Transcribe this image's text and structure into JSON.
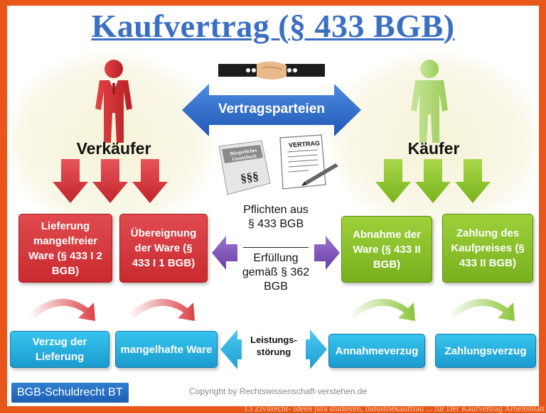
{
  "title": "Kaufvertrag (§ 433 BGB)",
  "parties": {
    "seller": "Verkäufer",
    "buyer": "Käufer",
    "center_banner": "Vertragsparteien"
  },
  "documents": {
    "book_title": "Bürgerliches Gesetzbuch",
    "book_symbol": "§§§",
    "contract_title": "VERTRAG"
  },
  "obligations": {
    "seller": [
      "Lieferung mangelfreier Ware (§ 433 I 2 BGB)",
      "Übereignung der Ware (§ 433 I 1 BGB)"
    ],
    "buyer": [
      "Abnahme der Ware (§ 433 II BGB)",
      "Zahlung des Kaufpreises (§ 433 II BGB)"
    ]
  },
  "center_texts": {
    "duties": "Pflichten aus § 433 BGB",
    "fulfillment": "Erfüllung gemäß § 362 BGB",
    "disruption": "Leistungs-störung"
  },
  "disruptions": {
    "seller": [
      "Verzug der Lieferung",
      "mangelhafte Ware"
    ],
    "buyer": [
      "Annahmeverzug",
      "Zahlungsverzug"
    ]
  },
  "footer": {
    "badge": "BGB-Schuldrecht BT",
    "copyright": "Copyright by Rechtswissenschaft-verstehen.de"
  },
  "caption": "13 Zivilrecht- Ideen jura studieren, industriekauffrau ... für Der Kaufvertrag Arbeitsblatt",
  "colors": {
    "frame": "#e8561a",
    "title": "#3a6fc4",
    "seller": "#d3373b",
    "buyer": "#88c02a",
    "disruption": "#23aee0",
    "banner_arrow": "#2f6fc8",
    "purple_arrow": "#7a4fb5"
  }
}
